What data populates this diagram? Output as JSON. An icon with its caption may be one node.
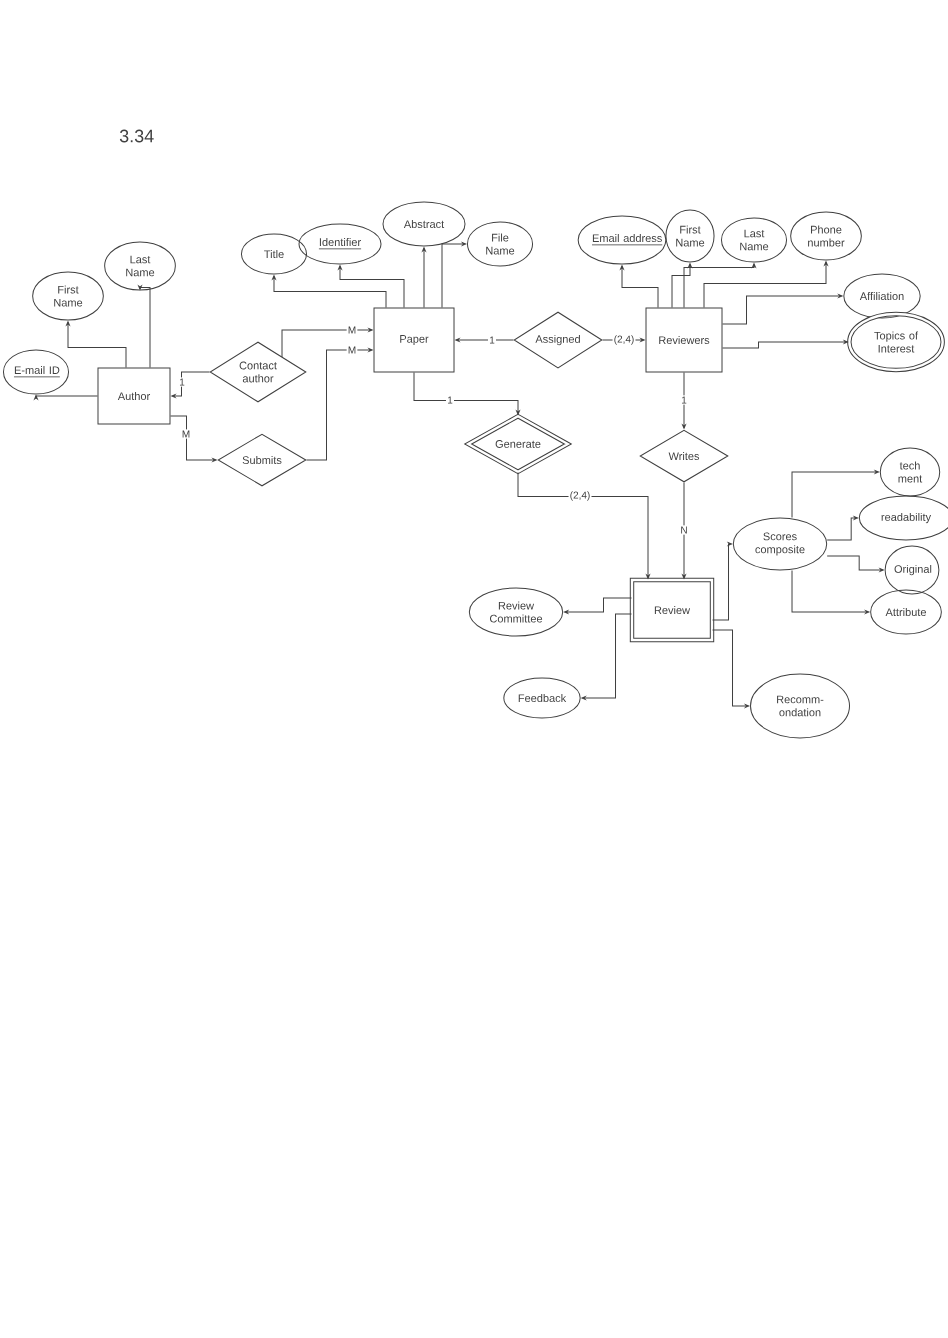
{
  "diagram": {
    "nodes": [
      {
        "text": [
          "Author"
        ]
      },
      {
        "text": [
          "E-mail ID"
        ]
      },
      {
        "text": [
          "First Name"
        ]
      },
      {
        "text": [
          "Last Name"
        ]
      },
      {
        "text": [
          "Contact author"
        ]
      },
      {
        "text": [
          "Submits"
        ]
      },
      {
        "text": [
          "Paper"
        ]
      },
      {
        "text": [
          "Title"
        ]
      },
      {
        "text": [
          "Identifier"
        ]
      },
      {
        "text": [
          "Abstract"
        ]
      },
      {
        "text": [
          "File Name"
        ]
      },
      {
        "text": [
          "Assigned"
        ]
      },
      {
        "text": [
          "Reviewers"
        ]
      },
      {
        "text": [
          "Email address"
        ]
      },
      {
        "text": [
          "First Name"
        ]
      },
      {
        "text": [
          "Last Name"
        ]
      },
      {
        "text": [
          "Phone number"
        ]
      },
      {
        "text": [
          "Affiliation"
        ]
      },
      {
        "text": [
          "Topics of Interest"
        ]
      },
      {
        "text": [
          "Generate"
        ]
      },
      {
        "text": [
          "Writes"
        ]
      },
      {
        "text": [
          "Review"
        ]
      },
      {
        "text": [
          "Scores composite"
        ]
      },
      {
        "text": [
          "tech ment"
        ]
      },
      {
        "text": [
          "readability"
        ]
      },
      {
        "text": [
          "Original"
        ]
      },
      {
        "text": [
          "Attribute"
        ]
      },
      {
        "text": [
          "Review Committee"
        ]
      },
      {
        "text": [
          "Feedback"
        ]
      },
      {
        "text": [
          "Recomm- ondation"
        ]
      }
    ],
    "edges": [
      {
        "from": 0,
        "to": 1,
        "arrow": "to"
      },
      {
        "from": 0,
        "to": 2,
        "arrow": "to"
      },
      {
        "from": 0,
        "to": 3,
        "arrow": "to"
      },
      {
        "from": 4,
        "to": 0,
        "arrow": "to",
        "label": "1"
      },
      {
        "from": 4,
        "to": 6,
        "arrow": "to",
        "label": "M"
      },
      {
        "from": 0,
        "to": 5,
        "arrow": "to",
        "label": "M"
      },
      {
        "from": 5,
        "to": 6,
        "arrow": "to",
        "label": "M"
      },
      {
        "from": 6,
        "to": 7,
        "arrow": "to"
      },
      {
        "from": 6,
        "to": 8,
        "arrow": "to"
      },
      {
        "from": 6,
        "to": 9,
        "arrow": "to"
      },
      {
        "from": 6,
        "to": 10,
        "arrow": "to"
      },
      {
        "from": 11,
        "to": 6,
        "arrow": "to",
        "label": "1"
      },
      {
        "from": 11,
        "to": 12,
        "arrow": "to",
        "label": "(2,4)"
      },
      {
        "from": 12,
        "to": 13,
        "arrow": "to"
      },
      {
        "from": 12,
        "to": 14,
        "arrow": "to"
      },
      {
        "from": 12,
        "to": 15,
        "arrow": "to"
      },
      {
        "from": 12,
        "to": 16,
        "arrow": "to"
      },
      {
        "from": 12,
        "to": 17,
        "arrow": "to"
      },
      {
        "from": 12,
        "to": 18,
        "arrow": "to"
      },
      {
        "from": 6,
        "to": 19,
        "arrow": "to",
        "label": "1"
      },
      {
        "from": 19,
        "to": 21,
        "arrow": "to",
        "label": "(2,4)"
      },
      {
        "from": 12,
        "to": 20,
        "arrow": "to",
        "label": "1"
      },
      {
        "from": 20,
        "to": 21,
        "arrow": "to",
        "label": "N"
      },
      {
        "from": 21,
        "to": 22,
        "arrow": "to"
      },
      {
        "from": 22,
        "to": 23,
        "arrow": "to"
      },
      {
        "from": 22,
        "to": 24,
        "arrow": "to"
      },
      {
        "from": 22,
        "to": 25,
        "arrow": "to"
      },
      {
        "from": 22,
        "to": 26,
        "arrow": "to"
      },
      {
        "from": 21,
        "to": 27,
        "arrow": "to"
      },
      {
        "from": 21,
        "to": 28,
        "arrow": "to"
      },
      {
        "from": 21,
        "to": 29,
        "arrow": "to"
      }
    ],
    "labels": [
      "3.34"
    ]
  }
}
